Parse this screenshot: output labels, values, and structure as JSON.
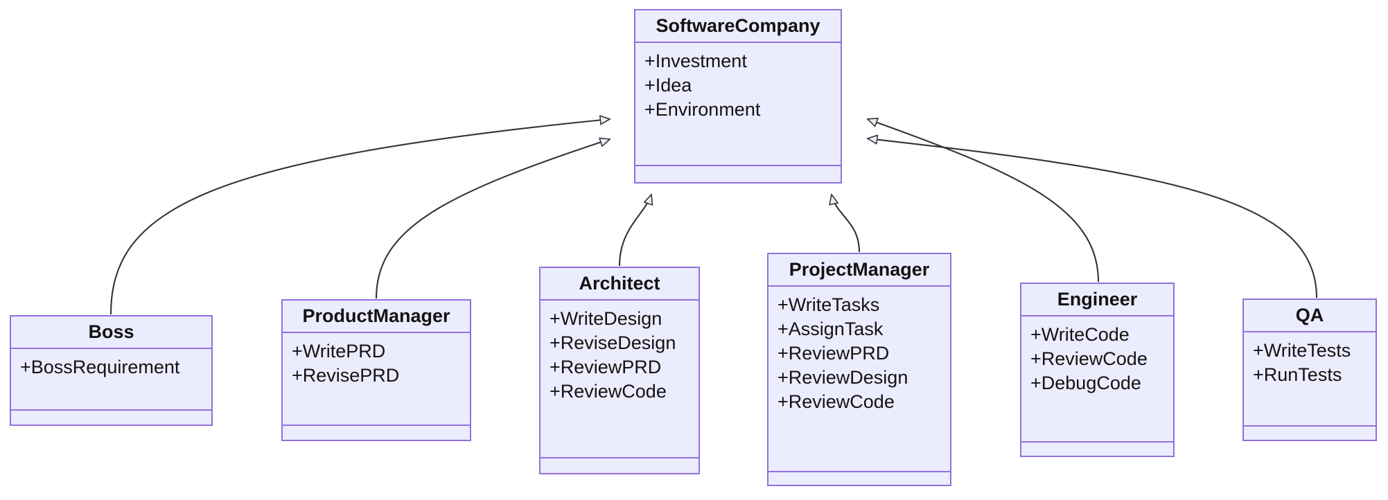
{
  "diagram": {
    "kind": "uml-class-diagram",
    "relationship": "generalization",
    "background_color": "#FFFFFF",
    "node_fill_color": "#ECECFF",
    "node_border_color": "#9370DB",
    "text_color": "#131313",
    "edge_color": "#333333"
  },
  "classes": {
    "software_company": {
      "name": "SoftwareCompany",
      "members": [
        "+Investment",
        "+Idea",
        "+Environment"
      ],
      "methods": []
    },
    "boss": {
      "name": "Boss",
      "members": [
        "+BossRequirement"
      ],
      "methods": []
    },
    "product_manager": {
      "name": "ProductManager",
      "members": [
        "+WritePRD",
        "+RevisePRD"
      ],
      "methods": []
    },
    "architect": {
      "name": "Architect",
      "members": [
        "+WriteDesign",
        "+ReviseDesign",
        "+ReviewPRD",
        "+ReviewCode"
      ],
      "methods": []
    },
    "project_manager": {
      "name": "ProjectManager",
      "members": [
        "+WriteTasks",
        "+AssignTask",
        "+ReviewPRD",
        "+ReviewDesign",
        "+ReviewCode"
      ],
      "methods": []
    },
    "engineer": {
      "name": "Engineer",
      "members": [
        "+WriteCode",
        "+ReviewCode",
        "+DebugCode"
      ],
      "methods": []
    },
    "qa": {
      "name": "QA",
      "members": [
        "+WriteTests",
        "+RunTests"
      ],
      "methods": []
    }
  },
  "edges": [
    {
      "from": "boss",
      "to": "software_company",
      "type": "generalization"
    },
    {
      "from": "product_manager",
      "to": "software_company",
      "type": "generalization"
    },
    {
      "from": "architect",
      "to": "software_company",
      "type": "generalization"
    },
    {
      "from": "project_manager",
      "to": "software_company",
      "type": "generalization"
    },
    {
      "from": "engineer",
      "to": "software_company",
      "type": "generalization"
    },
    {
      "from": "qa",
      "to": "software_company",
      "type": "generalization"
    }
  ]
}
